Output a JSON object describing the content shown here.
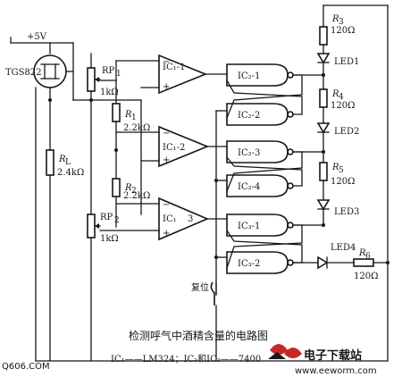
{
  "supply": "+5V",
  "sensor": "TGS822",
  "rl": {
    "name": "R",
    "sub": "L",
    "value": "2.4kΩ"
  },
  "rp1": {
    "name": "RP",
    "sub": "1",
    "value": "1kΩ"
  },
  "rp2": {
    "name": "RP",
    "sub": "2",
    "value": "1kΩ"
  },
  "r1": {
    "name": "R",
    "sub": "1",
    "value": "2.2kΩ"
  },
  "r2": {
    "name": "R",
    "sub": "2",
    "value": "2.2kΩ"
  },
  "opamps": [
    "IC₁-1",
    "IC₁-2",
    "IC₁"
  ],
  "opamp3_pin": "3",
  "gates": [
    "IC₂-1",
    "IC₂-2",
    "IC₂-3",
    "IC₂-4",
    "IC₃-1",
    "IC₃-2"
  ],
  "r3": {
    "name": "R",
    "sub": "3",
    "value": "120Ω"
  },
  "r4": {
    "name": "R",
    "sub": "4",
    "value": "120Ω"
  },
  "r5": {
    "name": "R",
    "sub": "5",
    "value": "120Ω"
  },
  "r6": {
    "name": "R",
    "sub": "6",
    "value": "120Ω"
  },
  "leds": [
    "LED1",
    "LED2",
    "LED3",
    "LED4"
  ],
  "reset": "复位",
  "plus": "+",
  "minus": "−",
  "caption": "检测呼气中酒精含量的电路图",
  "ic_note": "IC₁——LM324；IC₂和IC₃——7400",
  "watermark_left": "Q606.COM",
  "watermark_brand": "电子下载站",
  "watermark_url": "www.eeworm.com"
}
